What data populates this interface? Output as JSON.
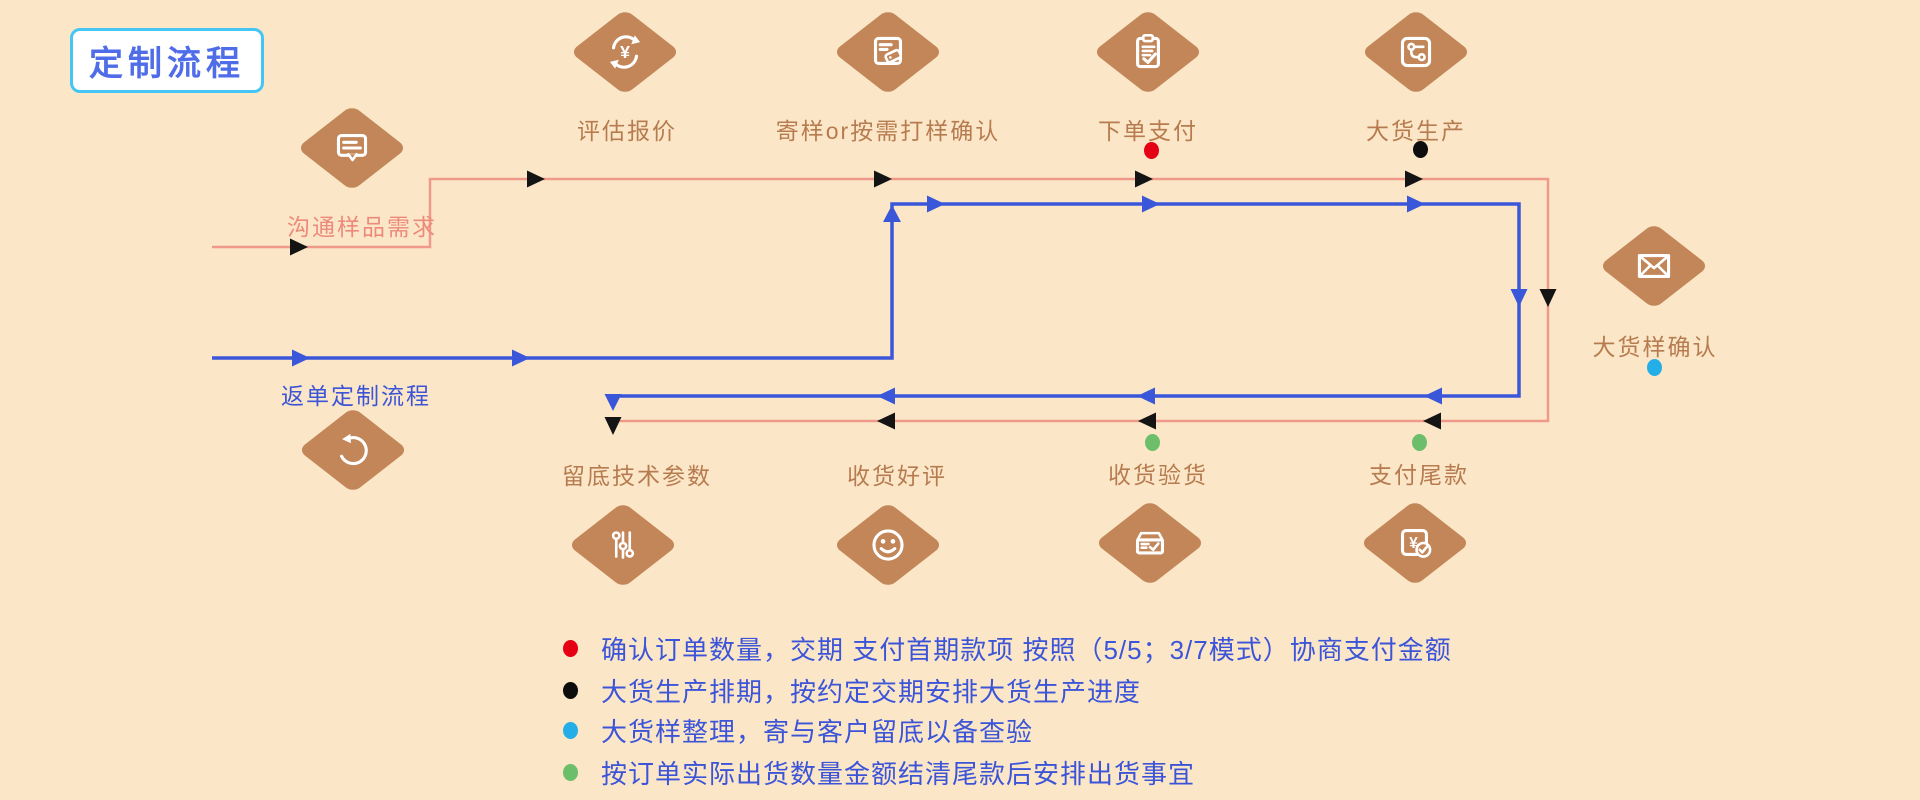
{
  "title": "定制流程",
  "colors": {
    "background": "#fbe7c7",
    "diamond": "#c28659",
    "label_brown": "#b77b50",
    "label_salmon": "#ec8a7b",
    "flow_blue": "#3a57da",
    "flow_salmon": "#f0998b",
    "legend_text_blue": "#3c55d8",
    "title_text": "#4f6de8",
    "title_border": "#44c6f4",
    "dot_red": "#e60014",
    "dot_black": "#0d0d0d",
    "dot_cyan": "#24aee8",
    "dot_green": "#6dbe6a"
  },
  "nodes": [
    {
      "label": "沟通样品需求",
      "icon": "chat-icon"
    },
    {
      "label": "评估报价",
      "icon": "refresh-yen-icon"
    },
    {
      "label": "寄样or按需打样确认",
      "icon": "note-tag-icon"
    },
    {
      "label": "下单支付",
      "icon": "clipboard-check-icon",
      "dot": "red"
    },
    {
      "label": "大货生产",
      "icon": "workflow-icon",
      "dot": "black"
    },
    {
      "label": "大货样确认",
      "icon": "envelope-icon",
      "dot": "cyan"
    },
    {
      "label": "返单定制流程",
      "icon": "redo-icon"
    },
    {
      "label": "留底技术参数",
      "icon": "sliders-icon"
    },
    {
      "label": "收货好评",
      "icon": "smiley-icon"
    },
    {
      "label": "收货验货",
      "icon": "parcel-check-icon",
      "dot": "green"
    },
    {
      "label": "支付尾款",
      "icon": "yen-check-icon",
      "dot": "green"
    }
  ],
  "legend": [
    {
      "dot": "red",
      "text": "确认订单数量，交期 支付首期款项 按照（5/5；3/7模式）协商支付金额"
    },
    {
      "dot": "black",
      "text": "大货生产排期，按约定交期安排大货生产进度"
    },
    {
      "dot": "cyan",
      "text": "大货样整理，寄与客户留底以备查验"
    },
    {
      "dot": "green",
      "text": "按订单实际出货数量金额结清尾款后安排出货事宜"
    }
  ]
}
